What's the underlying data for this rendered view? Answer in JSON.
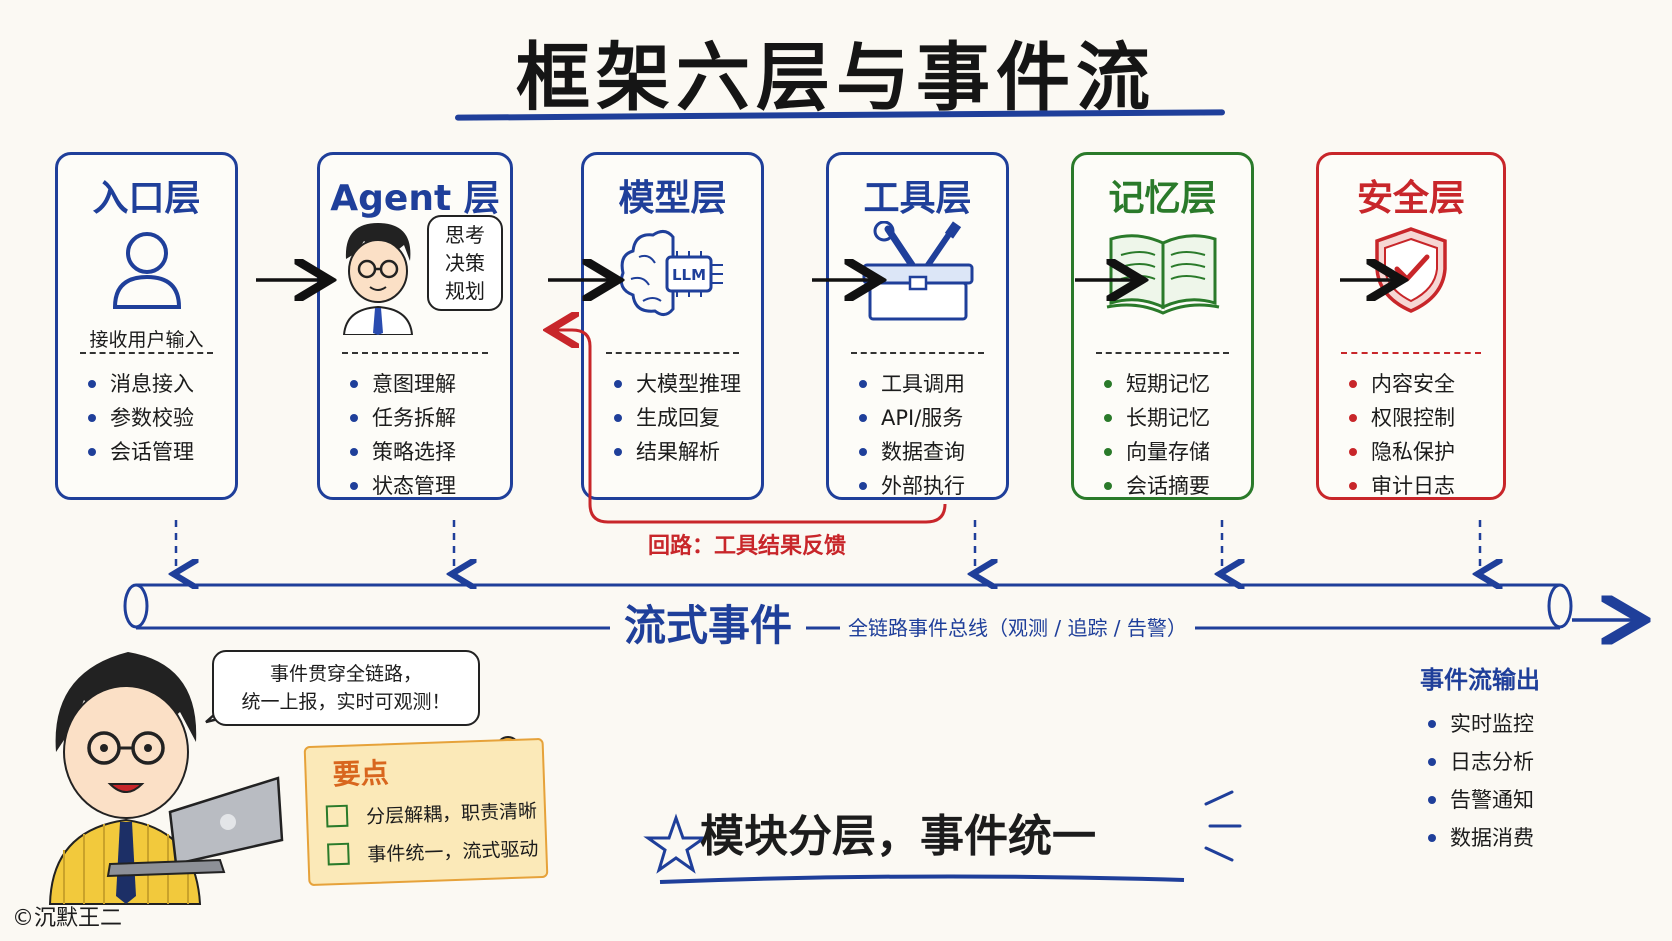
{
  "title": "框架六层与事件流",
  "layers": [
    {
      "name": "入口层",
      "sub": "接收用户输入",
      "items": [
        "消息接入",
        "参数校验",
        "会话管理"
      ],
      "icon": "user-icon"
    },
    {
      "name": "Agent 层",
      "bubble": [
        "思考",
        "决策",
        "规划"
      ],
      "items": [
        "意图理解",
        "任务拆解",
        "策略选择",
        "状态管理"
      ],
      "icon": "agent-avatar-icon"
    },
    {
      "name": "模型层",
      "chip": "LLM",
      "items": [
        "大模型推理",
        "生成回复",
        "结果解析"
      ],
      "icon": "brain-chip-icon"
    },
    {
      "name": "工具层",
      "items": [
        "工具调用",
        "API/服务",
        "数据查询",
        "外部执行"
      ],
      "icon": "toolbox-icon"
    },
    {
      "name": "记忆层",
      "items": [
        "短期记忆",
        "长期记忆",
        "向量存储",
        "会话摘要"
      ],
      "icon": "book-icon"
    },
    {
      "name": "安全层",
      "items": [
        "内容安全",
        "权限控制",
        "隐私保护",
        "审计日志"
      ],
      "icon": "shield-check-icon"
    }
  ],
  "loop_label": "回路：工具结果反馈",
  "stream_label": "流式事件",
  "bus_desc": "全链路事件总线（观测 / 追踪 / 告警）",
  "output": {
    "title": "事件流输出",
    "items": [
      "实时监控",
      "日志分析",
      "告警通知",
      "数据消费"
    ]
  },
  "character_bubble": [
    "事件贯穿全链路，",
    "统一上报，实时可观测！"
  ],
  "note": {
    "title": "要点",
    "lines": [
      "分层解耦，职责清晰",
      "事件统一，流式驱动"
    ]
  },
  "slogan": "模块分层，事件统一",
  "copyright": "©沉默王二",
  "colors": {
    "blue": "#1f3f9a",
    "green": "#2a7a2a",
    "red": "#c8262a",
    "orange": "#d8661e"
  }
}
